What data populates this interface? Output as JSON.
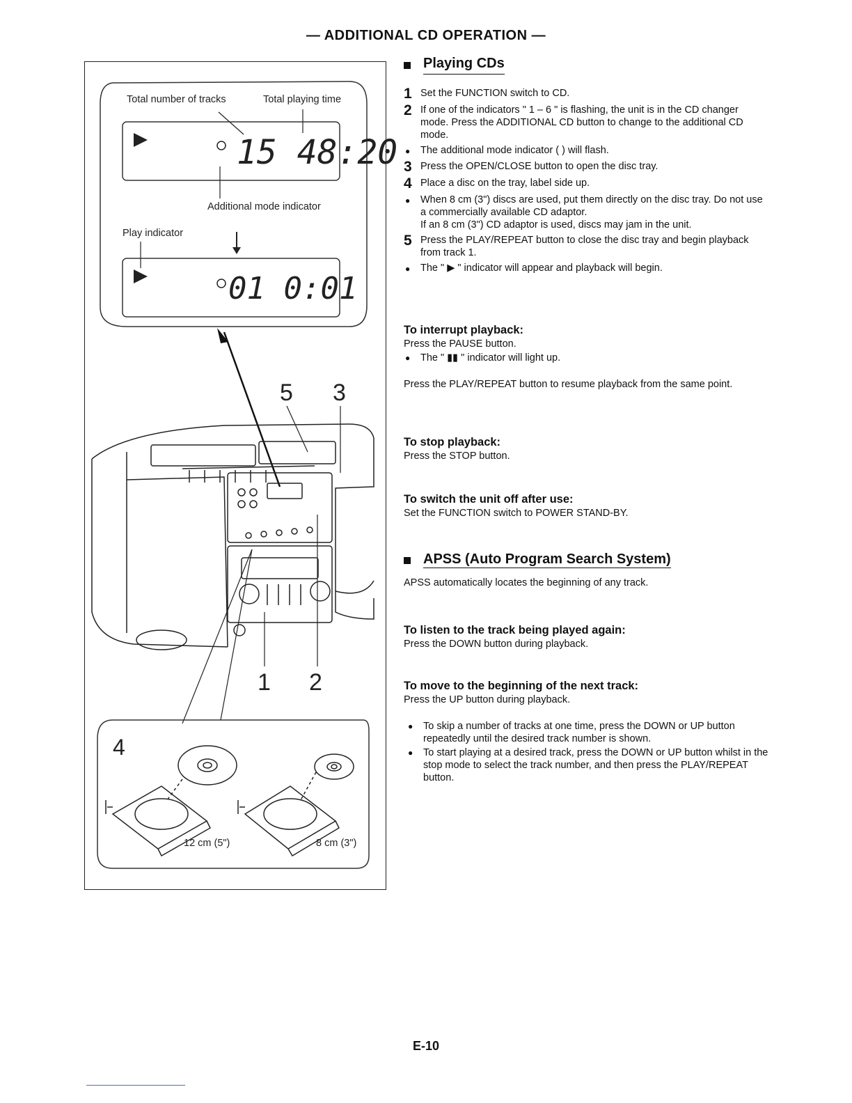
{
  "header": "— ADDITIONAL CD OPERATION —",
  "figure": {
    "label_total_tracks": "Total number of tracks",
    "label_total_time": "Total playing time",
    "display1_value": "15 48:20",
    "label_additional_mode": "Additional mode indicator",
    "label_play_indicator": "Play indicator",
    "display2_value": "01 0:01",
    "callout_5": "5",
    "callout_3": "3",
    "callout_1": "1",
    "callout_2": "2",
    "callout_4": "4",
    "disc_large": "12 cm (5\")",
    "disc_small": "8 cm (3\")"
  },
  "playing": {
    "title": "Playing CDs",
    "step1_num": "1",
    "step1": "Set the FUNCTION switch to CD.",
    "step2_num": "2",
    "step2": "If one of the indicators \" 1 – 6 \" is flashing, the unit is in the CD changer mode. Press the ADDITIONAL CD button to change to the additional CD mode.",
    "bullet2": "The additional mode indicator ( ) will flash.",
    "step3_num": "3",
    "step3": "Press the OPEN/CLOSE button to open the disc tray.",
    "step4_num": "4",
    "step4": "Place a disc on the tray, label side up.",
    "bullet4": "When 8 cm (3\") discs are used, put them directly on the disc tray. Do not use a commercially available CD adaptor.",
    "bullet4b": "If an 8 cm (3\") CD adaptor is used, discs may jam in the unit.",
    "step5_num": "5",
    "step5": "Press the PLAY/REPEAT button to close the disc tray and begin playback from track 1.",
    "bullet5": "The \" ▶ \" indicator will appear and playback will begin."
  },
  "interrupt": {
    "title": "To interrupt playback:",
    "text": "Press the PAUSE button.",
    "bullet": "The \" ▮▮ \" indicator will light up.",
    "resume": "Press the PLAY/REPEAT button to resume playback from the same point."
  },
  "stop": {
    "title": "To stop playback:",
    "text": "Press the STOP button."
  },
  "switch_off": {
    "title": "To switch the unit off after use:",
    "text": "Set the FUNCTION switch to POWER STAND-BY."
  },
  "apss": {
    "title": "APSS (Auto Program Search System)",
    "text": "APSS automatically locates the beginning of any track."
  },
  "listen_again": {
    "title": "To listen to the track being played again:",
    "text": "Press the DOWN button during playback."
  },
  "next_track": {
    "title": "To move to the beginning of the next track:",
    "text": "Press the UP button during playback.",
    "bullet1": "To skip a number of tracks at one time, press the DOWN or UP button repeatedly until the desired track number is shown.",
    "bullet2": "To start playing at a desired track, press the DOWN or UP button whilst in the stop mode to select the track number, and then press the PLAY/REPEAT button."
  },
  "page_number": "E-10"
}
